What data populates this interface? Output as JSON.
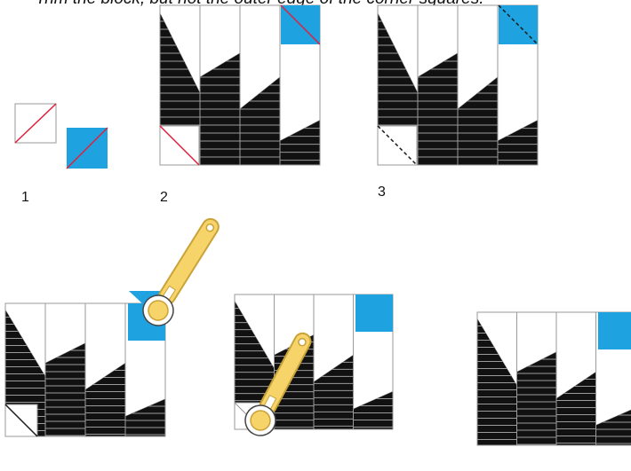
{
  "caption": "Trim the block, but not the outer edge of the corner squares.",
  "step_labels": [
    "1",
    "2",
    "3"
  ],
  "colors": {
    "stripe_fabric": "#111111",
    "stripe_line": "#9a9a9a",
    "corner_fabric": "#1ea3e0",
    "stitch_line": "#e0203a",
    "fold_line": "#1a1a1a",
    "cutter_body": "#f6d46a",
    "cutter_outline": "#c9a238"
  },
  "tools": [
    "rotary-cutter-icon"
  ]
}
